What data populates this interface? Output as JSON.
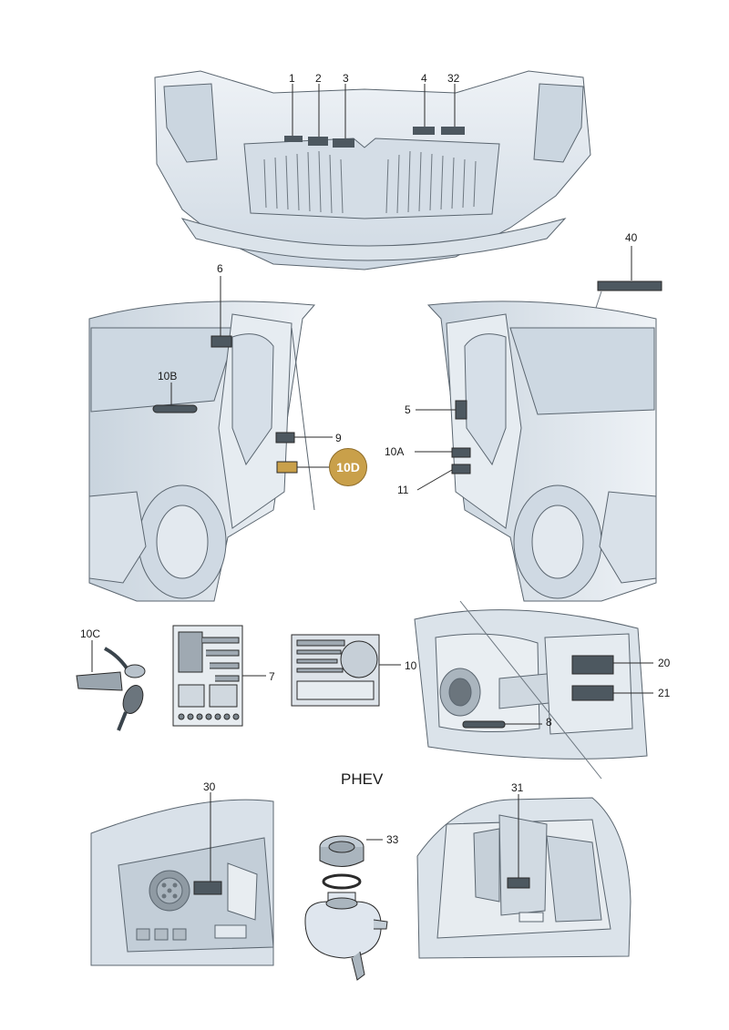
{
  "callouts": {
    "c1": "1",
    "c2": "2",
    "c3": "3",
    "c4": "4",
    "c32": "32",
    "c40": "40",
    "c6": "6",
    "c10b": "10B",
    "c9": "9",
    "c10d": "10D",
    "c5": "5",
    "c10a": "10A",
    "c11": "11",
    "c10c": "10C",
    "c7": "7",
    "c10": "10",
    "c20": "20",
    "c21": "21",
    "c8": "8",
    "c30": "30",
    "c33": "33",
    "c31": "31"
  },
  "section_label": "PHEV",
  "colors": {
    "panel_fill": "#dfe6ee",
    "label_fill": "#4d5860",
    "highlight": "#c9a04a",
    "line": "#2a2a2a"
  }
}
